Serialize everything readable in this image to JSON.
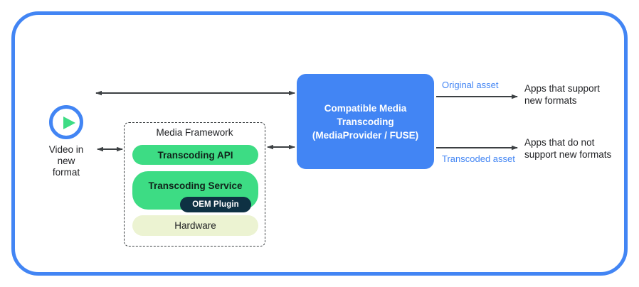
{
  "frame": {
    "border_color": "#4285f4"
  },
  "source": {
    "icon": "play-circle-icon",
    "caption": "Video in\nnew\nformat",
    "ring_color": "#4285f4",
    "triangle_color": "#3ddc84"
  },
  "media_framework": {
    "title": "Media Framework",
    "border_style": "dashed",
    "layers": [
      {
        "label": "Transcoding API",
        "color": "#3ddc84"
      },
      {
        "label": "Transcoding Service",
        "color": "#3ddc84"
      },
      {
        "label": "Hardware",
        "color": "#ecf3d2"
      }
    ],
    "badge": {
      "label": "OEM Plugin",
      "color": "#0e3143",
      "text_color": "#ffffff"
    }
  },
  "central_box": {
    "title": "Compatible Media\nTranscoding\n(MediaProvider / FUSE)",
    "color": "#4285f4",
    "text_color": "#ffffff"
  },
  "outputs": [
    {
      "asset_label": "Original asset",
      "asset_label_color": "#4285f4",
      "target_label": "Apps that support\nnew formats"
    },
    {
      "asset_label": "Transcoded asset",
      "asset_label_color": "#4285f4",
      "target_label": "Apps that do not\nsupport new formats"
    }
  ],
  "connectors": [
    {
      "name": "video-to-cmt",
      "direction": "bidirectional"
    },
    {
      "name": "video-to-framework",
      "direction": "bidirectional"
    },
    {
      "name": "framework-to-cmt",
      "direction": "bidirectional"
    },
    {
      "name": "cmt-to-apps-support",
      "direction": "unidirectional"
    },
    {
      "name": "cmt-to-apps-no-support",
      "direction": "unidirectional"
    }
  ]
}
